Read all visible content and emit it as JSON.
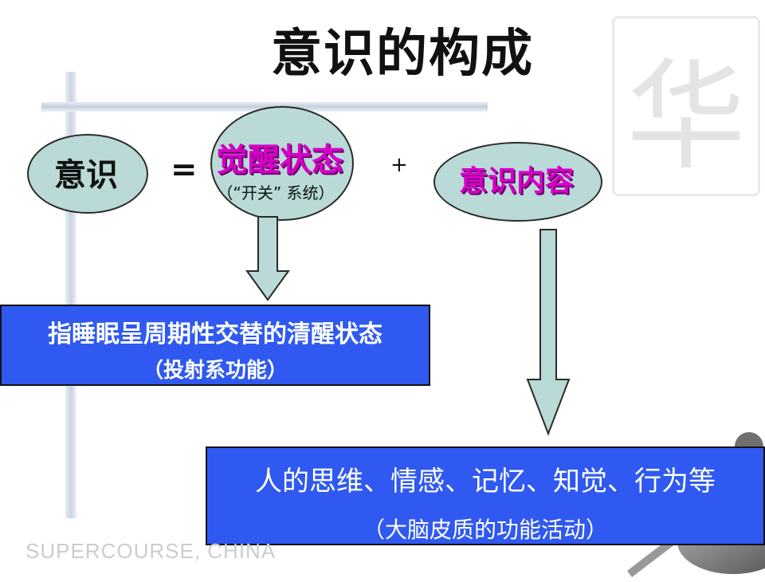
{
  "slide": {
    "title": "意识的构成",
    "consciousness": "意识",
    "equals": "=",
    "plus": "+",
    "awake_state": "觉醒状态",
    "switch_system": "（“开关” 系统）",
    "consciousness_content": "意识内容",
    "box_left": {
      "line1": "指睡眠呈周期性交替的清醒状态",
      "line2": "（投射系功能）"
    },
    "box_right": {
      "line1": "人的思维、情感、记忆、知觉、行为等",
      "line2": "（大脑皮质的功能活动）"
    },
    "footer": "SUPERCOURSE, CHINA"
  },
  "colors": {
    "ellipse_fill": "#b9dad7",
    "box_fill": "#2f59f0",
    "accent_text": "#d600c8",
    "arrow_fill": "#b9dad7"
  },
  "icons": [
    "down-arrow-icon"
  ]
}
